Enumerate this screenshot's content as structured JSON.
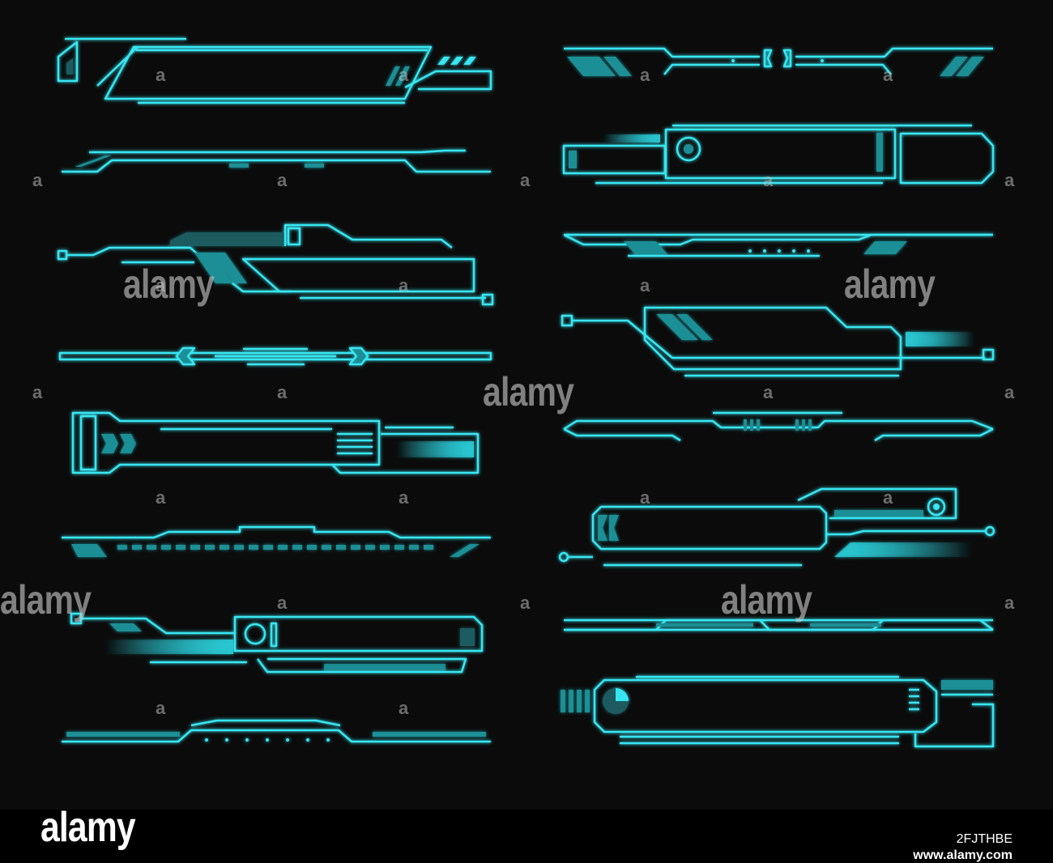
{
  "watermark": {
    "brand": "alamy",
    "small_mark": "a"
  },
  "footer": {
    "logo": "alamy",
    "image_id": "2FJTHBE",
    "url": "www.alamy.com"
  },
  "colors": {
    "background": "#0b0b0b",
    "neon": "#37e6f2",
    "neon_dim": "#1f8f96",
    "fill_dark": "#1a5b60"
  }
}
